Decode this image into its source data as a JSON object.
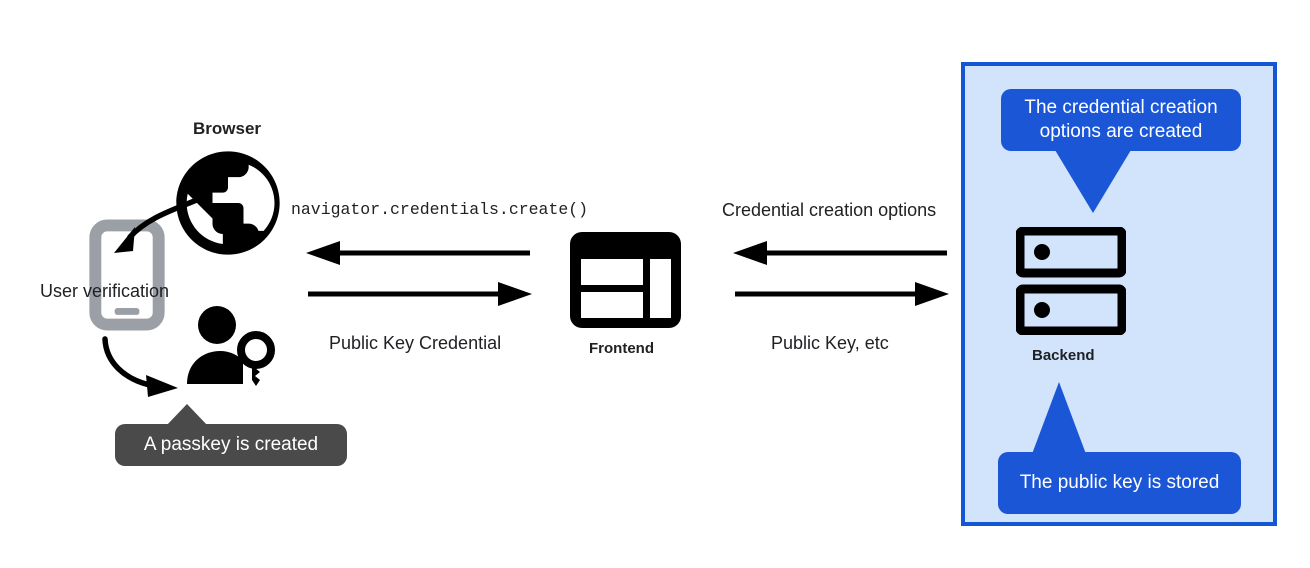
{
  "diagram": {
    "title": "WebAuthn passkey registration flow",
    "colors": {
      "panel_fill": "#d2e3fc",
      "panel_border": "#1357d4",
      "callout_blue": "#1a56d6",
      "callout_gray": "#4a4a4a",
      "icon_black": "#000000",
      "phone_gray": "#9aa0a6",
      "background": "#ffffff"
    }
  },
  "client": {
    "browser_label": "Browser",
    "browser_icon": "globe-icon",
    "phone_icon": "smartphone-icon",
    "user_key_icon": "person-with-key-icon",
    "user_verification_label": "User verification",
    "passkey_tooltip": "A passkey is created",
    "arrow_verify_icon": "curved-arrow-icon",
    "arrow_passkey_icon": "curved-arrow-icon"
  },
  "frontend": {
    "label": "Frontend",
    "icon": "web-layout-icon"
  },
  "backend": {
    "label": "Backend",
    "icon": "server-rack-icon",
    "callout_top": "The credential creation options are created",
    "callout_bottom": "The public key is stored"
  },
  "flows": {
    "left": [
      {
        "label": "navigator.credentials.create()",
        "direction": "left",
        "style": "monospace"
      },
      {
        "label": "Public Key Credential",
        "direction": "right",
        "style": "sans"
      }
    ],
    "right": [
      {
        "label": "Credential creation options",
        "direction": "left",
        "style": "sans"
      },
      {
        "label": "Public Key, etc",
        "direction": "right",
        "style": "sans"
      }
    ]
  }
}
